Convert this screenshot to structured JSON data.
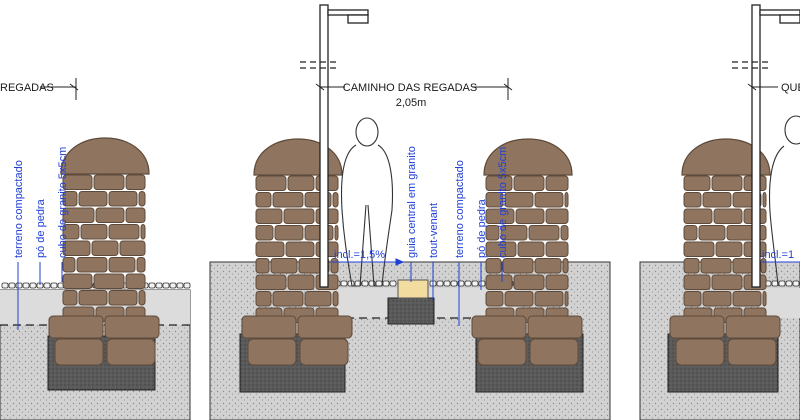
{
  "labels": {
    "left_dim": "REGADAS",
    "center_dim": "CAMINHO DAS REGADAS",
    "center_width": "2,05m",
    "right_dim": "QUE",
    "left_layers": [
      "terreno compactado",
      "pó de pedra",
      "cubo de granito 5x5cm"
    ],
    "center_annotations": [
      "guia central em granito",
      "tout-venant",
      "terreno compactado",
      "pó de pedra",
      "cubo de granito 5x5cm"
    ],
    "slope": "incl.=1,5%",
    "right_slope": "incl.=1"
  },
  "colors": {
    "stone": "#8f7560",
    "stone_dark": "#5e4a3a",
    "concrete": "#7a7a7a",
    "concrete_dark": "#555555",
    "ground_hatch": "#b4b4b4",
    "granite_guide": "#f3dca0",
    "annotation_blue": "#1f3fd6"
  }
}
